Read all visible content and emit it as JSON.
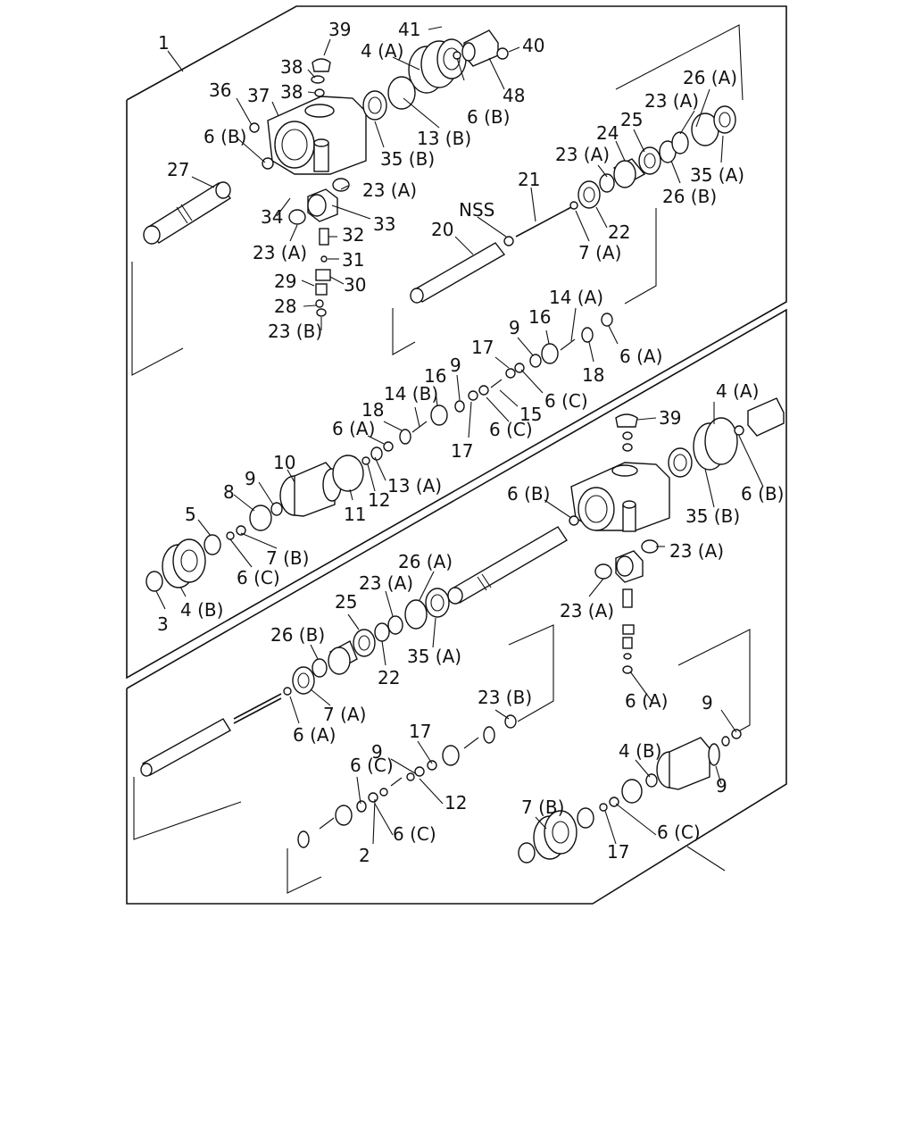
{
  "labels": [
    "1",
    "39",
    "41",
    "4 (A)",
    "40",
    "38",
    "38",
    "36",
    "37",
    "48",
    "26 (A)",
    "6 (B)",
    "23 (A)",
    "13 (B)",
    "6 (B)",
    "25",
    "24",
    "27",
    "35 (B)",
    "35 (A)",
    "23 (A)",
    "23 (A)",
    "26 (B)",
    "21",
    "34",
    "33",
    "NSS",
    "20",
    "22",
    "32",
    "23 (A)",
    "7 (A)",
    "31",
    "29",
    "30",
    "28",
    "23 (B)",
    "14 (A)",
    "16",
    "9",
    "17",
    "6 (A)",
    "18",
    "9",
    "16",
    "14 (B)",
    "6 (C)",
    "18",
    "15",
    "6 (A)",
    "6 (C)",
    "17",
    "39",
    "4 (A)",
    "10",
    "13 (A)",
    "9",
    "8",
    "12",
    "11",
    "6 (B)",
    "6 (B)",
    "5",
    "7 (B)",
    "35 (B)",
    "26 (A)",
    "23 (A)",
    "6 (C)",
    "23 (A)",
    "3",
    "4 (B)",
    "25",
    "23 (A)",
    "35 (A)",
    "26 (B)",
    "22",
    "7 (A)",
    "6 (A)",
    "23 (B)",
    "6 (A)",
    "9",
    "17",
    "9",
    "6 (C)",
    "12",
    "9",
    "4 (B)",
    "7 (B)",
    "6 (C)",
    "6 (C)",
    "17",
    "2"
  ]
}
